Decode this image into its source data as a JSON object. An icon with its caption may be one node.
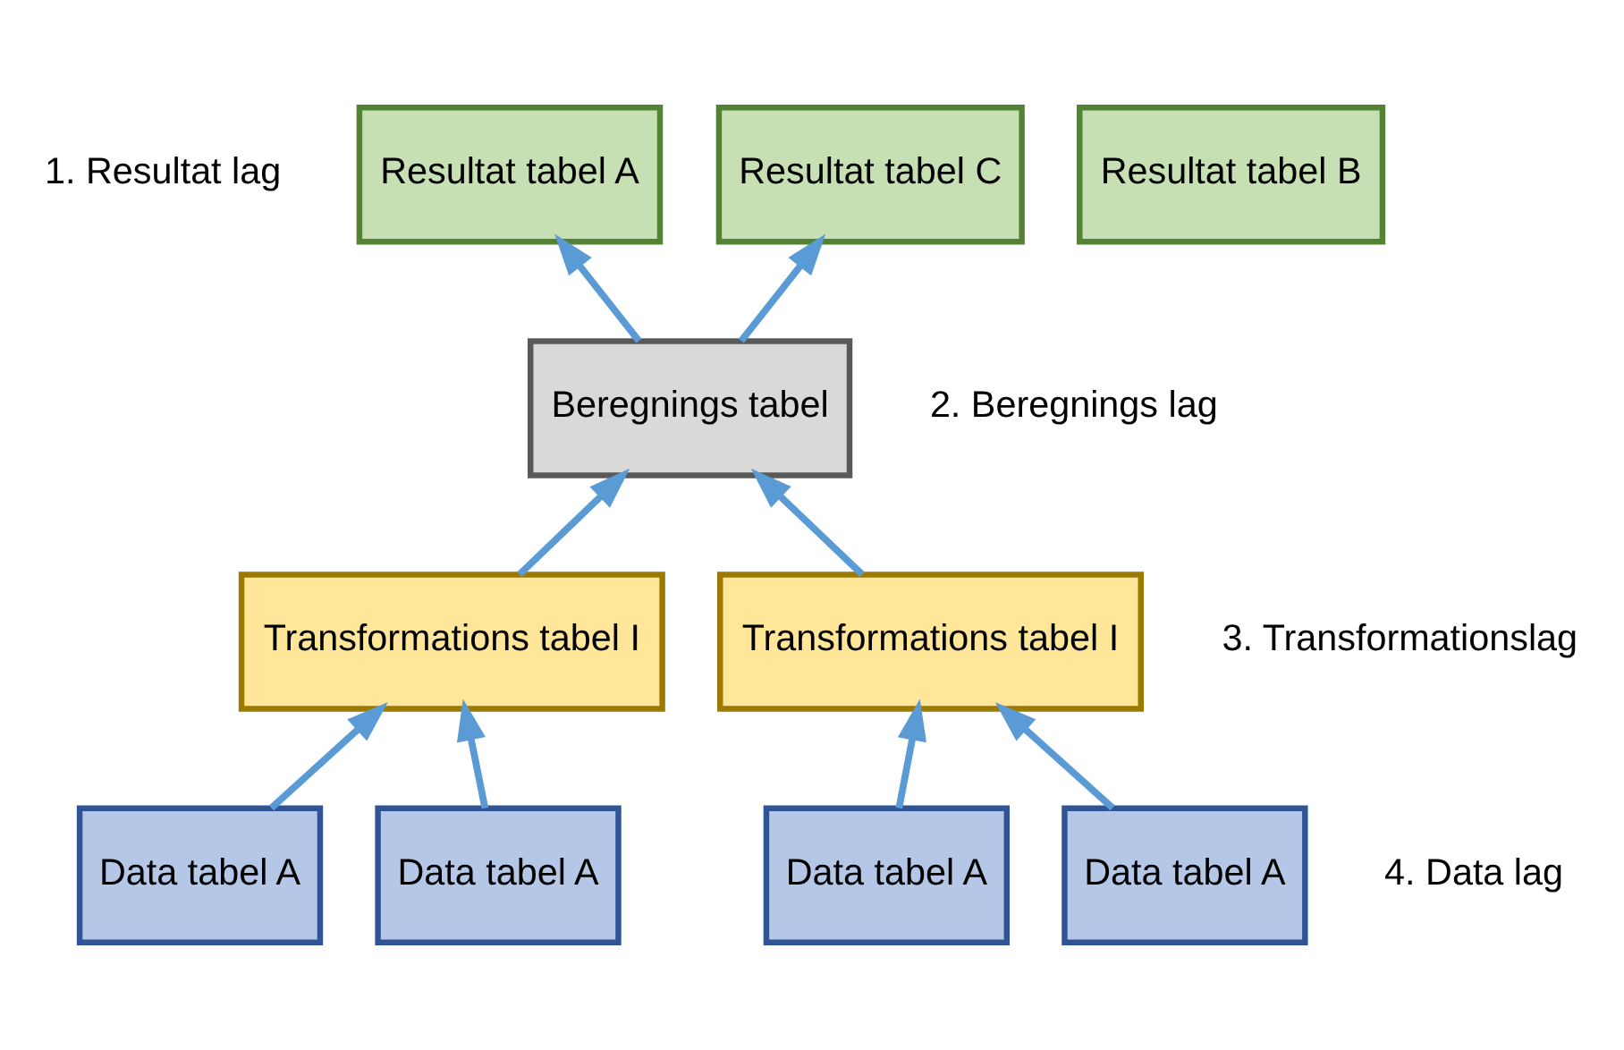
{
  "diagram": {
    "nodes": [
      {
        "text": [
          "Resultat tabel A"
        ]
      },
      {
        "text": [
          "Resultat tabel B"
        ]
      },
      {
        "text": [
          "Resultat tabel C"
        ]
      },
      {
        "text": [
          "Beregnings tabel"
        ]
      },
      {
        "text": [
          "Transformations tabel I"
        ]
      },
      {
        "text": [
          "Transformations tabel I"
        ]
      },
      {
        "text": [
          "Data tabel A"
        ]
      },
      {
        "text": [
          "Data tabel A"
        ]
      },
      {
        "text": [
          "Data tabel A"
        ]
      },
      {
        "text": [
          "Data tabel A"
        ]
      }
    ],
    "edges": [
      {
        "from": 3,
        "to": 0,
        "arrow": "to"
      },
      {
        "from": 3,
        "to": 2,
        "arrow": "to"
      },
      {
        "from": 4,
        "to": 3,
        "arrow": "to"
      },
      {
        "from": 5,
        "to": 3,
        "arrow": "to"
      },
      {
        "from": 6,
        "to": 4,
        "arrow": "to"
      },
      {
        "from": 7,
        "to": 4,
        "arrow": "to"
      },
      {
        "from": 8,
        "to": 5,
        "arrow": "to"
      },
      {
        "from": 9,
        "to": 5,
        "arrow": "to"
      }
    ],
    "labels": [
      "1. Resultat lag",
      "2. Beregnings lag",
      "3. Transformationslag",
      "4. Data lag"
    ]
  }
}
